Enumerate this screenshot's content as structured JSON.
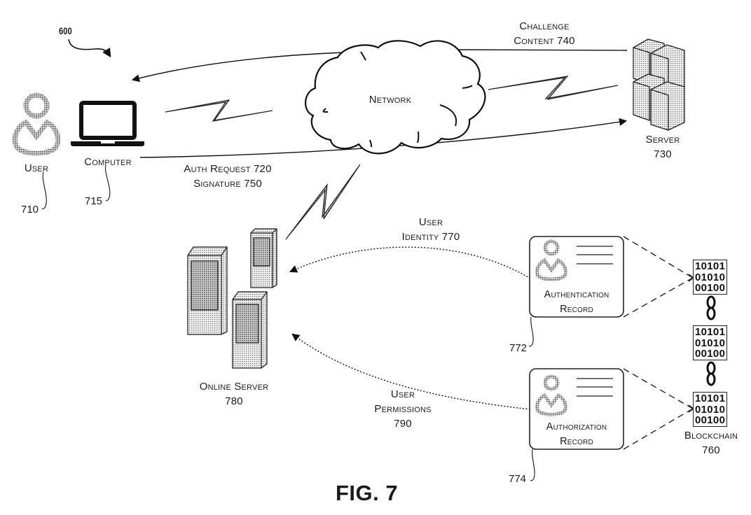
{
  "figure": {
    "ref_number": "600",
    "caption": "FIG. 7"
  },
  "nodes": {
    "user": {
      "label": "User",
      "ref": "710",
      "icon": "person-icon"
    },
    "computer": {
      "label": "Computer",
      "ref": "715",
      "icon": "laptop-icon"
    },
    "network": {
      "label": "Network",
      "icon": "cloud-icon"
    },
    "server": {
      "label": "Server",
      "ref": "730",
      "icon": "server-stack-icon"
    },
    "online_server": {
      "label": "Online Server",
      "ref": "780",
      "icon": "server-tower-icon"
    },
    "authentication_record": {
      "label_line1": "Authentication",
      "label_line2": "Record",
      "ref": "772",
      "icon": "id-card-icon"
    },
    "authorization_record": {
      "label_line1": "Authorization",
      "label_line2": "Record",
      "ref": "774",
      "icon": "id-card-icon"
    },
    "blockchain": {
      "label": "Blockchain",
      "ref": "760",
      "blocks": [
        [
          "10101",
          "01010",
          "00100"
        ],
        [
          "10101",
          "01010",
          "00100"
        ],
        [
          "10101",
          "01010",
          "00100"
        ]
      ]
    }
  },
  "edges": {
    "challenge": {
      "line1": "Challenge",
      "line2": "Content 740"
    },
    "auth_request": {
      "line1": "Auth Request 720",
      "line2": "Signature 750"
    },
    "user_identity": {
      "line1": "User",
      "line2": "Identity 770"
    },
    "user_permissions": {
      "line1": "User",
      "line2": "Permissions",
      "line3": "790"
    }
  },
  "colors": {
    "ink": "#1a1a1a",
    "shade": "#9a9a9a",
    "background": "#ffffff"
  }
}
